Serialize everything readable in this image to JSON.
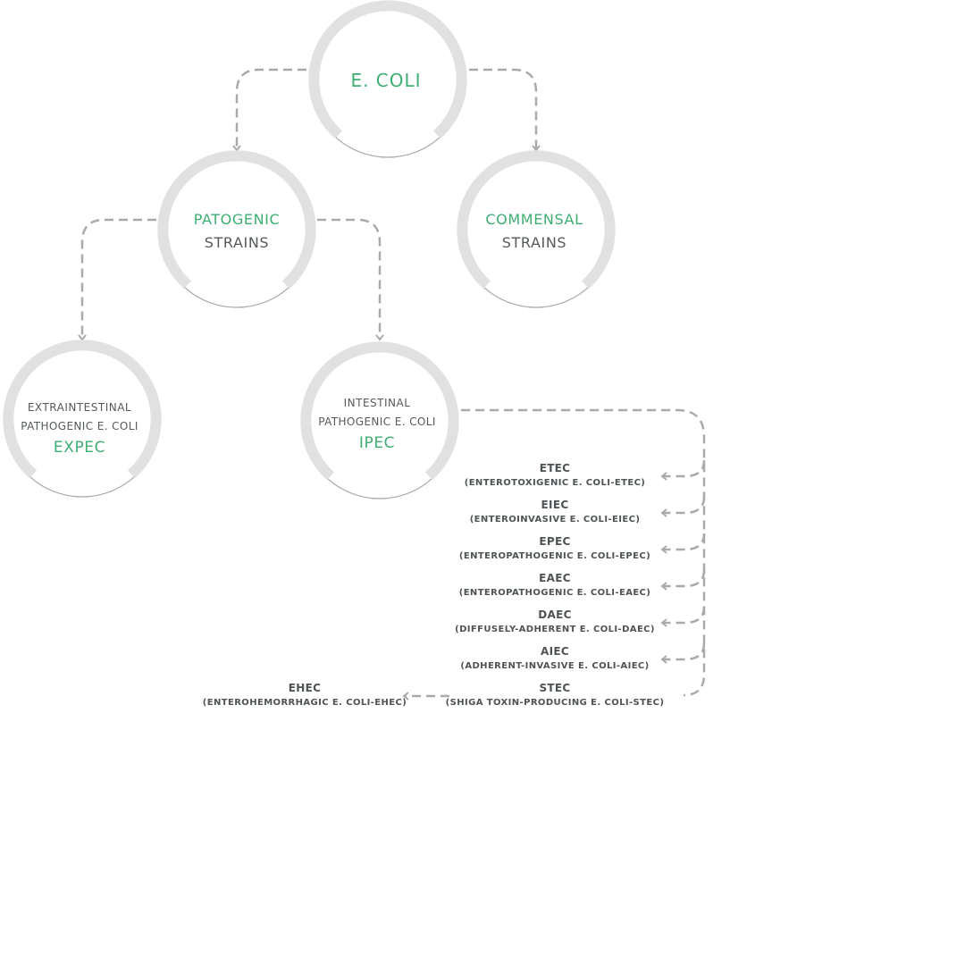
{
  "root": {
    "label": "E. COLI"
  },
  "pathogenic": {
    "line1": "PATOGENIC",
    "line2": "STRAINS"
  },
  "commensal": {
    "line1": "COMMENSAL",
    "line2": "STRAINS"
  },
  "expec": {
    "line1": "EXTRAINTESTINAL",
    "line2": "PATHOGENIC E. COLI",
    "abbr": "EXPEC"
  },
  "ipec": {
    "line1": "INTESTINAL",
    "line2": "PATHOGENIC E. COLI",
    "abbr": "IPEC"
  },
  "ipec_types": [
    {
      "abbr": "ETEC",
      "full": "(ENTEROTOXIGENIC E. COLI-ETEC)"
    },
    {
      "abbr": "EIEC",
      "full": "(ENTEROINVASIVE E. COLI-EIEC)"
    },
    {
      "abbr": "EPEC",
      "full": "(ENTEROPATHOGENIC E. COLI-EPEC)"
    },
    {
      "abbr": "EAEC",
      "full": "(ENTEROPATHOGENIC E. COLI-EAEC)"
    },
    {
      "abbr": "DAEC",
      "full": "(DIFFUSELY-ADHERENT E. COLI-DAEC)"
    },
    {
      "abbr": "AIEC",
      "full": "(ADHERENT-INVASIVE E. COLI-AIEC)"
    },
    {
      "abbr": "STEC",
      "full": "(SHIGA TOXIN-PRODUCING E. COLI-STEC)"
    }
  ],
  "ehec": {
    "abbr": "EHEC",
    "full": "(ENTEROHEMORRHAGIC E. COLI-EHEC)"
  },
  "colors": {
    "accent": "#3fae73",
    "text": "#555a5c",
    "ring": "#e0e1e0",
    "connector": "#a9abab"
  }
}
